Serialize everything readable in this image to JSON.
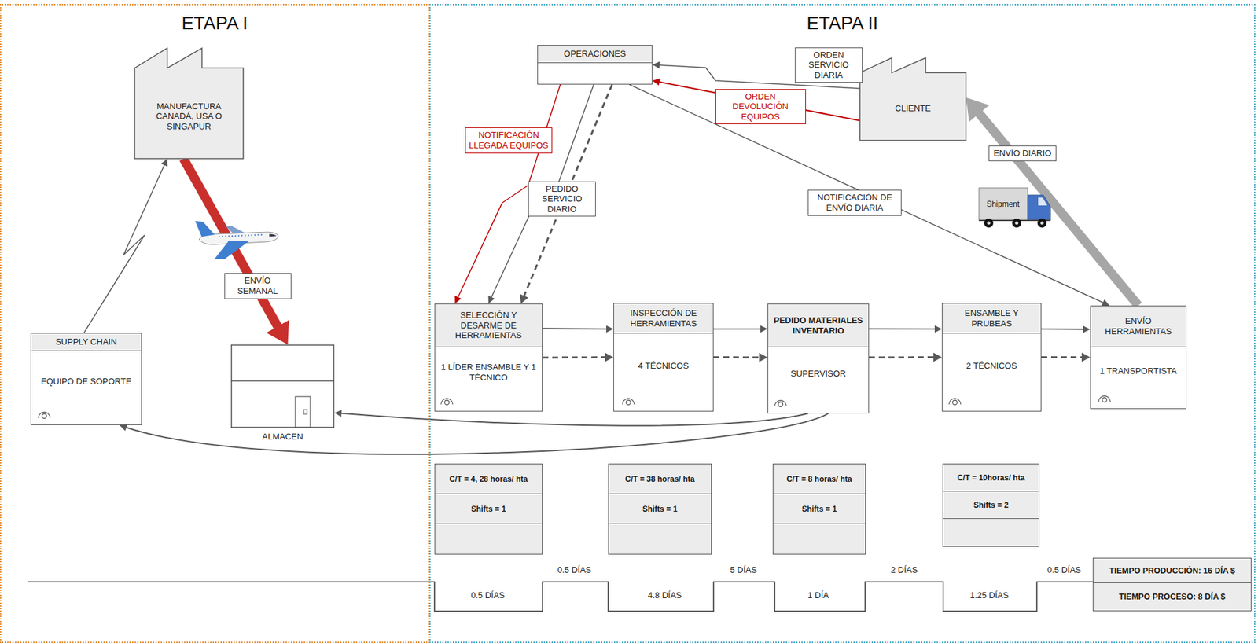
{
  "diagram": {
    "nodes": [
      {
        "text": [
          "ETAPA I"
        ]
      },
      {
        "text": [
          "MANUFACTURA CANADÁ, USA O SINGAPUR"
        ],
        "in": 0
      },
      {
        "text": [
          "SUPPLY CHAIN",
          "EQUIPO DE SOPORTE"
        ],
        "in": 0
      },
      {
        "text": [
          "ALMACEN"
        ],
        "in": 0
      },
      {
        "text": [
          "ETAPA II"
        ]
      },
      {
        "text": [
          "OPERACIONES"
        ],
        "in": 4
      },
      {
        "text": [
          "CLIENTE"
        ],
        "in": 4
      },
      {
        "text": [
          "SELECCIÓN Y DESARME DE HERRAMIENTAS",
          "1 LÍDER ENSAMBLE Y 1 TÉCNICO"
        ],
        "in": 4
      },
      {
        "text": [
          "INSPECCIÓN DE HERRAMIENTAS",
          "4 TÉCNICOS"
        ],
        "in": 4
      },
      {
        "text": [
          "PEDIDO MATERIALES INVENTARIO",
          "SUPERVISOR"
        ],
        "in": 4
      },
      {
        "text": [
          "ENSAMBLE Y PRUBEAS",
          "2 TÉCNICOS"
        ],
        "in": 4
      },
      {
        "text": [
          "ENVÍO HERRAMIENTAS",
          "1 TRANSPORTISTA"
        ],
        "in": 4
      },
      {
        "text": [
          "C/T = 4, 28 horas/ hta",
          "Shifts = 1"
        ],
        "in": 4
      },
      {
        "text": [
          "C/T = 38 horas/ hta",
          "Shifts = 1"
        ],
        "in": 4
      },
      {
        "text": [
          "C/T = 8 horas/ hta",
          "Shifts = 1"
        ],
        "in": 4
      },
      {
        "text": [
          "C/T = 10horas/ hta",
          "Shifts = 2"
        ],
        "in": 4
      },
      {
        "text": [
          "TIEMPO PRODUCCIÓN: 16 DÍA $"
        ],
        "in": 4
      },
      {
        "text": [
          "TIEMPO PROCESO: 8 DÍA $"
        ],
        "in": 4
      }
    ],
    "edges": [
      {
        "from": 2,
        "to": 1,
        "arrow": "to"
      },
      {
        "from": 1,
        "to": 3,
        "label": "ENVÍO SEMANAL",
        "arrow": "to"
      },
      {
        "from": 6,
        "to": 5,
        "label": "ORDEN SERVICIO DIARIA",
        "arrow": "to"
      },
      {
        "from": 6,
        "to": 5,
        "label": "ORDEN DEVOLUCIÓN EQUIPOS",
        "arrow": "to"
      },
      {
        "from": 5,
        "to": 7,
        "label": "NOTIFICACIÓN LLEGADA EQUIPOS",
        "arrow": "to"
      },
      {
        "from": 5,
        "to": 7,
        "label": "PEDIDO SERVICIO DIARIO",
        "arrow": "to"
      },
      {
        "from": 5,
        "to": 7,
        "arrow": "to"
      },
      {
        "from": 5,
        "to": 11,
        "label": "NOTIFICACIÓN DE ENVÍO DIARIA",
        "arrow": "to"
      },
      {
        "from": 11,
        "to": 6,
        "label": "ENVÍO DIARIO",
        "arrow": "to"
      },
      {
        "from": 7,
        "to": 8,
        "arrow": "to"
      },
      {
        "from": 7,
        "to": 8,
        "arrow": "to"
      },
      {
        "from": 8,
        "to": 9,
        "arrow": "to"
      },
      {
        "from": 8,
        "to": 9,
        "arrow": "to"
      },
      {
        "from": 9,
        "to": 10,
        "arrow": "to"
      },
      {
        "from": 9,
        "to": 10,
        "arrow": "to"
      },
      {
        "from": 10,
        "to": 11,
        "arrow": "to"
      },
      {
        "from": 10,
        "to": 11,
        "arrow": "to"
      },
      {
        "from": 9,
        "to": 3,
        "arrow": "to"
      },
      {
        "from": 9,
        "to": 2,
        "arrow": "to"
      }
    ],
    "labels": [
      "0.5 DÍAS",
      "0.5 DÍAS",
      "4.8 DÍAS",
      "5 DÍAS",
      "1 DÍA",
      "2 DÍAS",
      "1.25 DÍAS",
      "0.5 DÍAS",
      "Shipment"
    ]
  }
}
